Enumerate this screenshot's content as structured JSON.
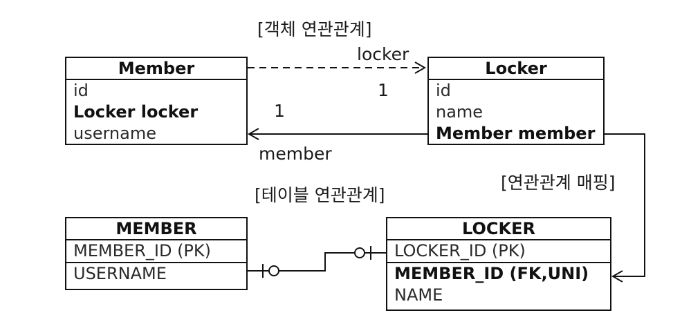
{
  "titles": {
    "object_relation": "[객체 연관관계]",
    "table_relation": "[테이블 연관관계]",
    "mapping": "[연관관계 매핑]"
  },
  "edges": {
    "locker_role": "locker",
    "locker_multiplicity": "1",
    "member_role": "member",
    "member_multiplicity": "1"
  },
  "entities": {
    "member": {
      "title": "Member",
      "fields": [
        "id",
        "Locker locker",
        "username"
      ]
    },
    "locker": {
      "title": "Locker",
      "fields": [
        "id",
        "name",
        "Member member"
      ]
    }
  },
  "tables": {
    "member": {
      "title": "MEMBER",
      "columns": [
        "MEMBER_ID (PK)",
        "USERNAME"
      ]
    },
    "locker": {
      "title": "LOCKER",
      "columns": [
        "LOCKER_ID (PK)",
        "MEMBER_ID (FK,UNI)",
        "NAME"
      ]
    }
  }
}
